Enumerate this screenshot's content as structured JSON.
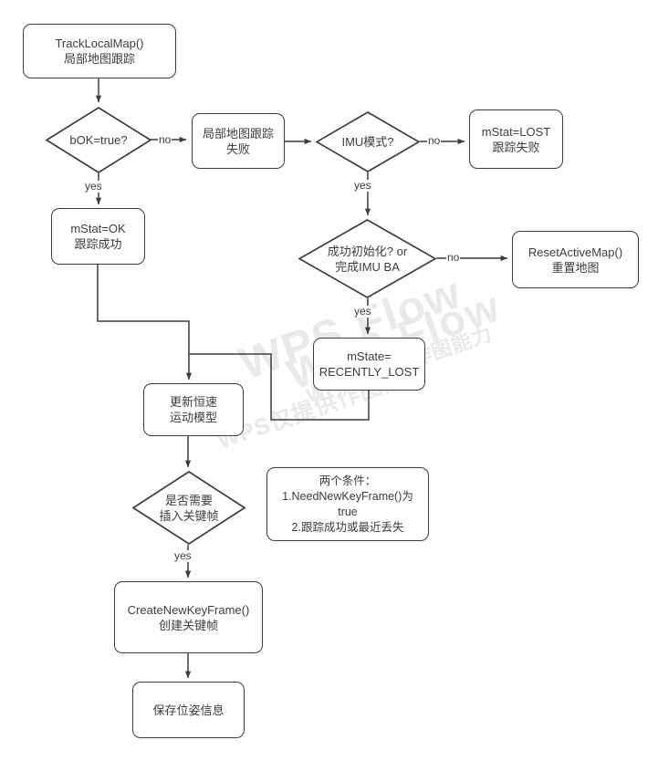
{
  "diagram": {
    "title": "TrackLocalMap flowchart",
    "watermark": {
      "line1": "WPS Flow",
      "line2": "WPS仅提供作图能力"
    },
    "stroke_color": "#3d3d3d",
    "background": "#ffffff",
    "nodes": [
      {
        "id": "track-local-map",
        "shape": "box",
        "lines": [
          "TrackLocalMap()",
          "局部地图跟踪"
        ]
      },
      {
        "id": "bok-true",
        "shape": "diamond",
        "lines": [
          "bOK=true?"
        ]
      },
      {
        "id": "local-map-fail",
        "shape": "box",
        "lines": [
          "局部地图跟踪",
          "失败"
        ]
      },
      {
        "id": "imu-mode",
        "shape": "diamond",
        "lines": [
          "IMU模式?"
        ]
      },
      {
        "id": "mstat-lost",
        "shape": "box",
        "lines": [
          "mStat=LOST",
          "跟踪失败"
        ]
      },
      {
        "id": "mstat-ok",
        "shape": "box",
        "lines": [
          "mStat=OK",
          "跟踪成功"
        ]
      },
      {
        "id": "init-or-ba",
        "shape": "diamond",
        "lines": [
          "成功初始化?  or",
          "完成IMU BA"
        ]
      },
      {
        "id": "reset-active-map",
        "shape": "box",
        "lines": [
          "ResetActiveMap()",
          "重置地图"
        ]
      },
      {
        "id": "recently-lost",
        "shape": "box",
        "lines": [
          "mState=",
          "RECENTLY_LOST"
        ]
      },
      {
        "id": "update-velocity-model",
        "shape": "box",
        "lines": [
          "更新恒速",
          "运动模型"
        ]
      },
      {
        "id": "need-keyframe",
        "shape": "diamond",
        "lines": [
          "是否需要",
          "插入关键帧"
        ]
      },
      {
        "id": "condition-note",
        "shape": "note",
        "lines": [
          "两个条件：",
          "1.NeedNewKeyFrame()为",
          "true",
          "2.跟踪成功或最近丢失"
        ]
      },
      {
        "id": "create-new-keyframe",
        "shape": "box",
        "lines": [
          "CreateNewKeyFrame()",
          "创建关键帧"
        ]
      },
      {
        "id": "save-pose",
        "shape": "box",
        "lines": [
          "保存位姿信息"
        ]
      }
    ],
    "edge_labels": {
      "bok_no": "no",
      "bok_yes": "yes",
      "imu_no": "no",
      "imu_yes": "yes",
      "init_no": "no",
      "init_yes": "yes",
      "keyframe_yes": "yes"
    }
  }
}
